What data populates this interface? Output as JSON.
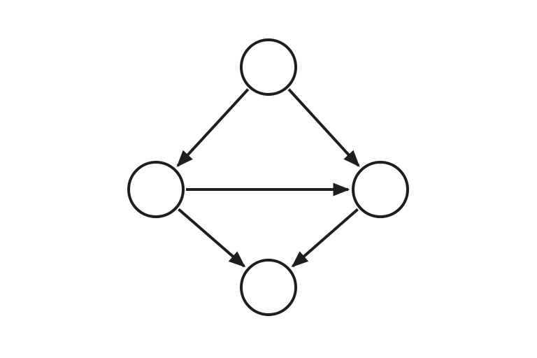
{
  "diagram": {
    "type": "directed-graph",
    "stroke_color": "#1e1e1e",
    "nodes": [
      {
        "id": "top",
        "label": ""
      },
      {
        "id": "left",
        "label": ""
      },
      {
        "id": "right",
        "label": ""
      },
      {
        "id": "bottom",
        "label": ""
      }
    ],
    "edges": [
      {
        "from": "top",
        "to": "left"
      },
      {
        "from": "top",
        "to": "right"
      },
      {
        "from": "left",
        "to": "right"
      },
      {
        "from": "left",
        "to": "bottom"
      },
      {
        "from": "right",
        "to": "bottom"
      }
    ]
  }
}
